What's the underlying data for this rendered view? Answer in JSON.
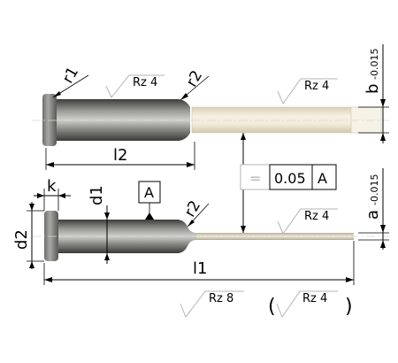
{
  "labels": {
    "r1": "r1",
    "r2_top": "r2",
    "r2_bottom": "r2",
    "l1": "l1",
    "l2": "l2",
    "k": "k",
    "d1": "d1",
    "d2": "d2",
    "b_main": "b",
    "b_tol": "-0.015",
    "a_main": "a",
    "a_tol": "-0.015",
    "datum": "A"
  },
  "roughness": {
    "top_body": "Rz 4",
    "top_pin": "Rz 4",
    "bottom_pin": "Rz 4",
    "general": "Rz 8",
    "paren_inner": "Rz 4",
    "paren_open": "(",
    "paren_close": ")"
  },
  "tolerance_frame": {
    "symbol": "=",
    "value": "0.05",
    "datum": "A"
  },
  "colors": {
    "body_dark": "#4a4a48",
    "body_mid": "#8a8a86",
    "body_light": "#c4c4c0",
    "pin_light": "#f3ecdc",
    "pin_mid": "#e3d9c3",
    "roughness_gray": "#b4b4b4"
  }
}
